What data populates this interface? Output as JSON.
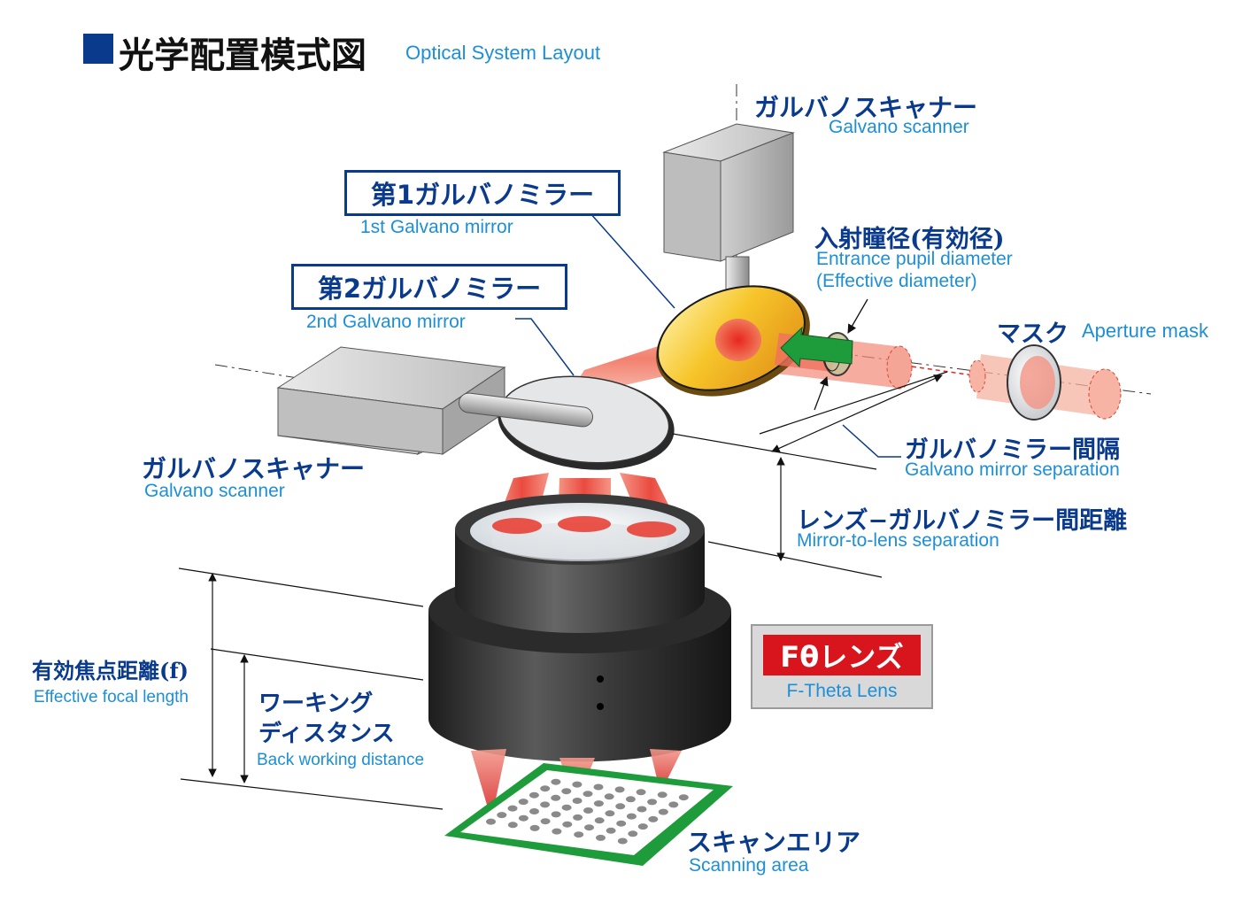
{
  "title": {
    "jp": "光学配置模式図",
    "en": "Optical System Layout"
  },
  "labels": {
    "galvano_scanner_top": {
      "jp": "ガルバノスキャナー",
      "en": "Galvano scanner"
    },
    "first_mirror": {
      "jp": "第1ガルバノミラー",
      "en": "1st Galvano mirror"
    },
    "second_mirror": {
      "jp": "第2ガルバノミラー",
      "en": "2nd Galvano mirror"
    },
    "entrance_pupil": {
      "jp": "入射瞳径(有効径)",
      "en1": "Entrance pupil diameter",
      "en2": "(Effective diameter)"
    },
    "mask": {
      "jp": "マスク",
      "en": "Aperture mask"
    },
    "galvano_scanner_left": {
      "jp": "ガルバノスキャナー",
      "en": "Galvano scanner"
    },
    "mirror_separation": {
      "jp": "ガルバノミラー間隔",
      "en": "Galvano mirror separation"
    },
    "mirror_to_lens": {
      "jp": "レンズ−ガルバノミラー間距離",
      "en": "Mirror-to-lens separation"
    },
    "focal_length": {
      "jp": "有効焦点距離(f)",
      "en": "Effective focal length"
    },
    "working_distance": {
      "jp1": "ワーキング",
      "jp2": "ディスタンス",
      "en": "Back working distance"
    },
    "ftheta": {
      "jp": "Fθレンズ",
      "en": "F-Theta Lens"
    },
    "scan_area": {
      "jp": "スキャンエリア",
      "en": "Scanning area"
    }
  },
  "colors": {
    "label_jp": "#0a3a8c",
    "label_en": "#1c8fd6",
    "beam": "#f05a4a",
    "mirror_gold": "#f2b51e",
    "arrow_green": "#1e9b3a",
    "scan_frame": "#1e9b3a",
    "ftheta_badge": "#d8141c"
  }
}
